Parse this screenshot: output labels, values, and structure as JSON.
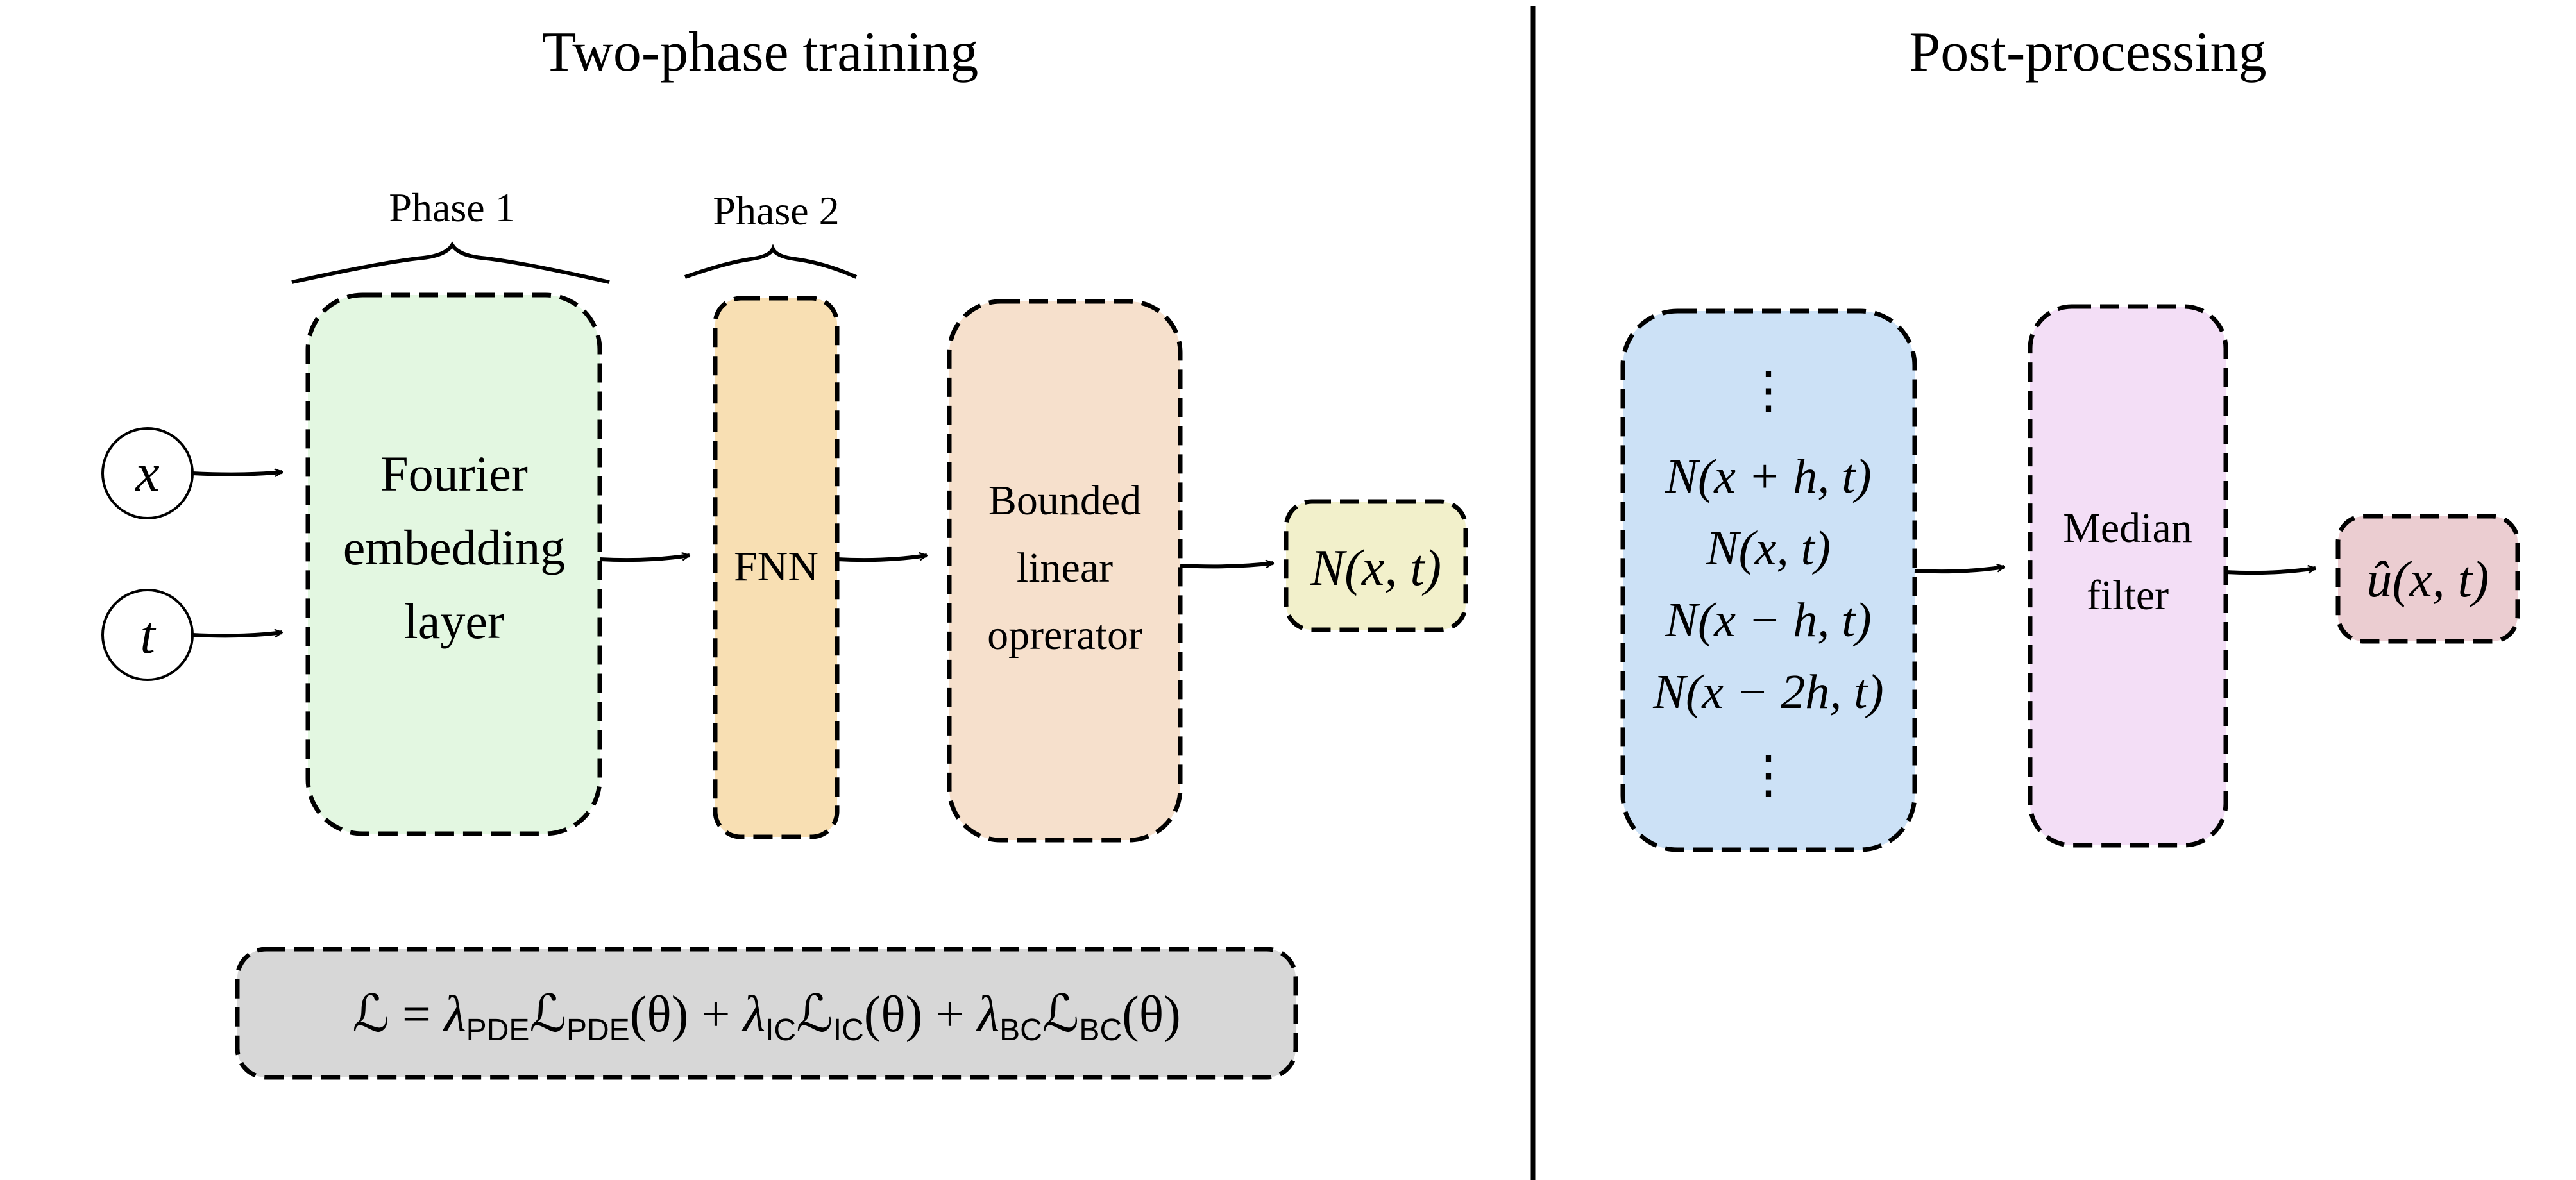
{
  "sections": {
    "left_title": "Two-phase training",
    "right_title": "Post-processing"
  },
  "phases": {
    "phase1": "Phase 1",
    "phase2": "Phase 2"
  },
  "inputs": {
    "x": "x",
    "t": "t"
  },
  "blocks": {
    "fourier": {
      "line1": "Fourier",
      "line2": "embedding",
      "line3": "layer",
      "color": "#e3f7e1"
    },
    "fnn": {
      "label": "FNN",
      "color": "#f8dfb3"
    },
    "bounded": {
      "line1": "Bounded",
      "line2": "linear",
      "line3": "oprerator",
      "color": "#f6e0cc"
    },
    "output": {
      "N": "N",
      "args": "(x, t)",
      "color": "#f2f0cb"
    },
    "stencil": {
      "color": "#cce1f6",
      "dots": "⋮",
      "rows": [
        {
          "N": "N",
          "args": "(x + h, t)"
        },
        {
          "N": "N",
          "args": "(x, t)"
        },
        {
          "N": "N",
          "args": "(x − h, t)"
        },
        {
          "N": "N",
          "args": "(x − 2h, t)"
        }
      ]
    },
    "median": {
      "line1": "Median",
      "line2": "filter",
      "color": "#f3def6"
    },
    "final": {
      "u": "û",
      "args": "(x, t)",
      "color": "#ebcdd1"
    }
  },
  "loss": {
    "color": "#d7d7d7",
    "L": "ℒ",
    "eq": " = ",
    "lambda": "λ",
    "plus": " + ",
    "theta": "(θ)",
    "pde": "PDE",
    "ic": "IC",
    "bc": "BC"
  }
}
